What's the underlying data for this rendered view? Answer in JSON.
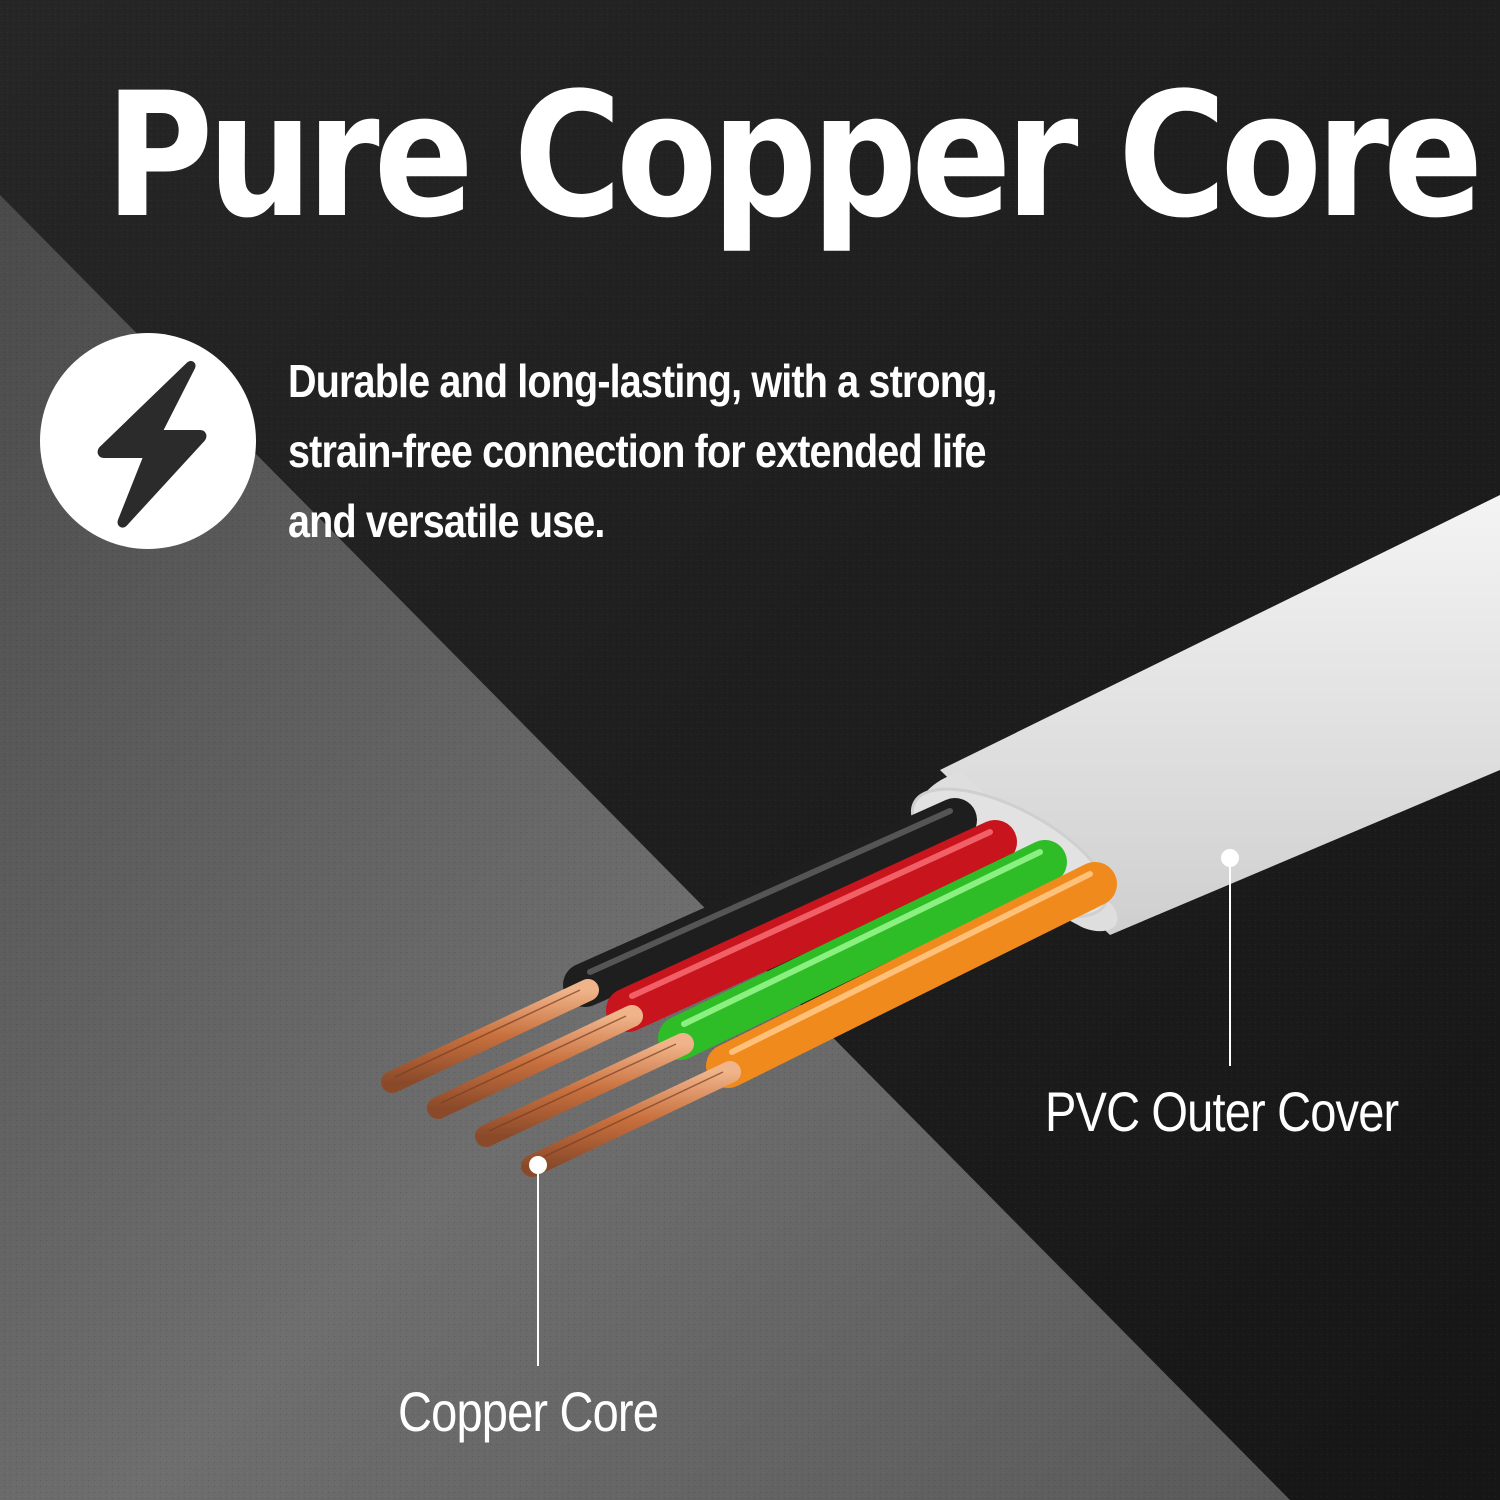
{
  "headline": "Pure Copper Core",
  "description": "Durable and long-lasting, with a strong, strain-free connection for extended life and versatile use.",
  "icon": "lightning-bolt-icon",
  "callouts": {
    "outer_cover": "PVC Outer Cover",
    "core": "Copper Core"
  },
  "colors": {
    "background_dark": "#1c1c1c",
    "background_light": "#5a5a5a",
    "text": "#ffffff",
    "jacket": "#e6e6e6",
    "wire_black": "#2a2a2a",
    "wire_red": "#c8141c",
    "wire_green": "#33c42b",
    "wire_orange": "#f08a1c",
    "copper": "#d98a5a"
  }
}
